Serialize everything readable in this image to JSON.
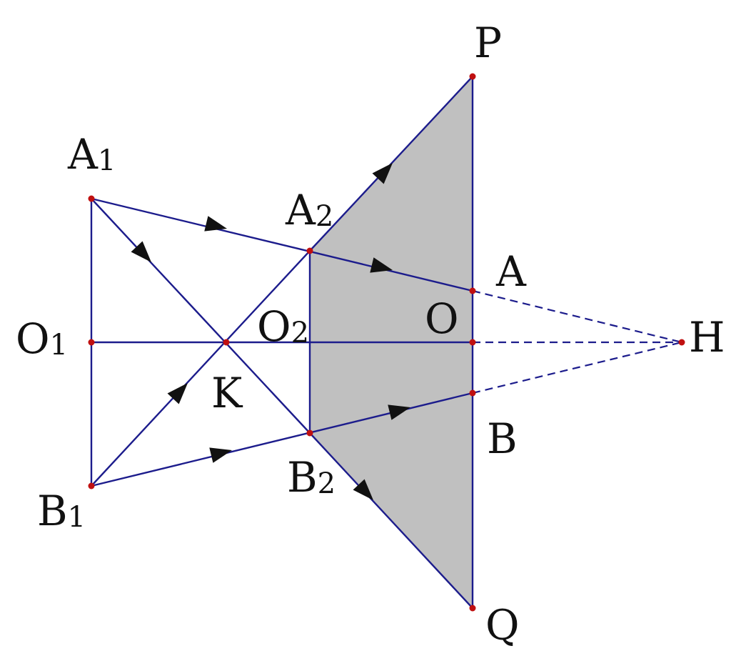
{
  "labels": {
    "P": "P",
    "Q": "Q",
    "A": "A",
    "B": "B",
    "O": "O",
    "H": "H",
    "K": "K",
    "A1_main": "A",
    "A1_sub": "1",
    "B1_main": "B",
    "B1_sub": "1",
    "O1_main": "O",
    "O1_sub": "1",
    "A2_main": "A",
    "A2_sub": "2",
    "B2_main": "B",
    "B2_sub": "2",
    "O2_main": "O",
    "O2_sub": "2"
  },
  "colors": {
    "line": "#1c1c8c",
    "shade": "#c0c0c0",
    "point": "#c01010",
    "arrow": "#111111",
    "text": "#111111"
  }
}
